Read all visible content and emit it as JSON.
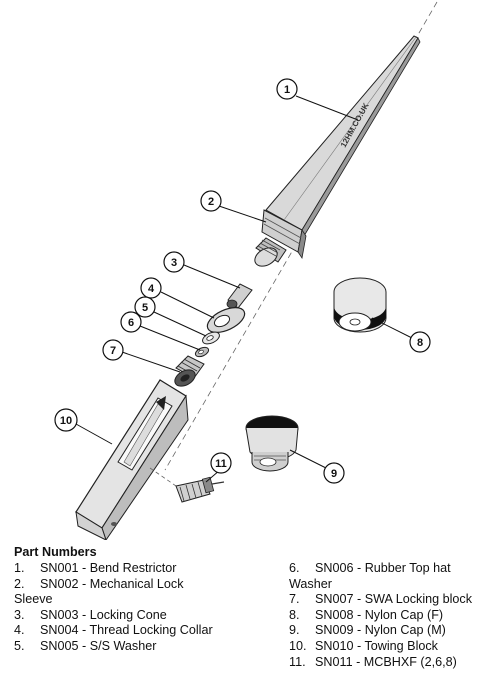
{
  "diagram": {
    "brand_text": "12HM.CO.UK",
    "callouts": [
      "1",
      "2",
      "3",
      "4",
      "5",
      "6",
      "7",
      "8",
      "9",
      "10",
      "11"
    ]
  },
  "parts": {
    "title": "Part Numbers",
    "left": [
      {
        "num": "1.",
        "text": "SN001 - Bend Restrictor"
      },
      {
        "num": "2.",
        "text": "SN002 - Mechanical Lock"
      },
      {
        "num": "",
        "text": "Sleeve"
      },
      {
        "num": "3.",
        "text": "SN003 - Locking Cone"
      },
      {
        "num": "4.",
        "text": "SN004 - Thread Locking Collar"
      },
      {
        "num": "5.",
        "text": "SN005 - S/S Washer"
      }
    ],
    "right": [
      {
        "num": "6.",
        "text": "SN006 - Rubber Top hat"
      },
      {
        "num": "",
        "text": "Washer"
      },
      {
        "num": "7.",
        "text": "SN007 - SWA Locking block"
      },
      {
        "num": "8.",
        "text": "SN008 - Nylon Cap (F)"
      },
      {
        "num": "9.",
        "text": "SN009 - Nylon Cap (M)"
      },
      {
        "num": "10.",
        "text": "SN010 - Towing Block"
      },
      {
        "num": "11.",
        "text": "SN011 - MCBHXF (2,6,8)"
      }
    ]
  }
}
